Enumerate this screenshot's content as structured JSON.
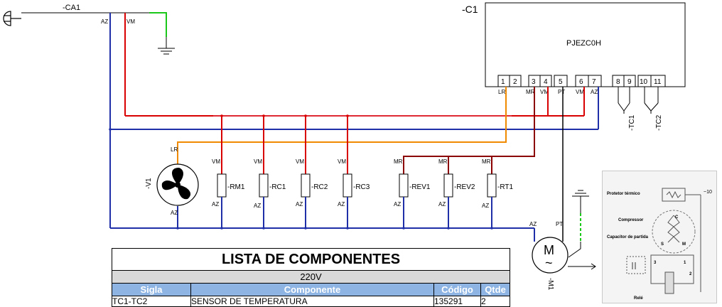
{
  "header": {
    "cord_label": "-CA1",
    "controller_label": "-C1",
    "controller_model": "PJEZC0H"
  },
  "terminals": [
    "1",
    "2",
    "3",
    "4",
    "5",
    "6",
    "7",
    "8",
    "9",
    "10",
    "11"
  ],
  "wire_codes": {
    "az": "AZ",
    "vm": "VM",
    "lr": "LR",
    "mr": "MR",
    "pt": "PT"
  },
  "components": {
    "fan": "-V1",
    "rm1": "-RM1",
    "rc1": "-RC1",
    "rc2": "-RC2",
    "rc3": "-RC3",
    "rev1": "-REV1",
    "rev2": "-REV2",
    "rt1": "-RT1",
    "tc1": "-TC1",
    "tc2": "-TC2",
    "motor": "-M1",
    "motor_letter": "M",
    "motor_symbol": "~"
  },
  "component_list": {
    "title": "LISTA DE COMPONENTES",
    "voltage": "220V",
    "headers": [
      "Sigla",
      "Componente",
      "Código",
      "Qtde"
    ],
    "rows": [
      [
        "TC1-TC2",
        "SENSOR DE TEMPERATURA",
        "135291",
        "2"
      ]
    ]
  },
  "compressor_photo": {
    "protector": "Protetor térmico",
    "compressor": "Compressor",
    "capacitor": "Capacitor de partida",
    "relay": "Relé",
    "voltage_mark": "~10",
    "winding_c": "C",
    "winding_s": "S",
    "winding_m": "M",
    "pin_3": "3",
    "pin_1": "1",
    "pin_2": "2"
  },
  "colors": {
    "blue": "#1f2fa8",
    "red": "#d80000",
    "orange": "#f08a00",
    "maroon": "#8b0000",
    "pink": "#f08ab0",
    "green": "#19c819",
    "black": "#000000"
  }
}
